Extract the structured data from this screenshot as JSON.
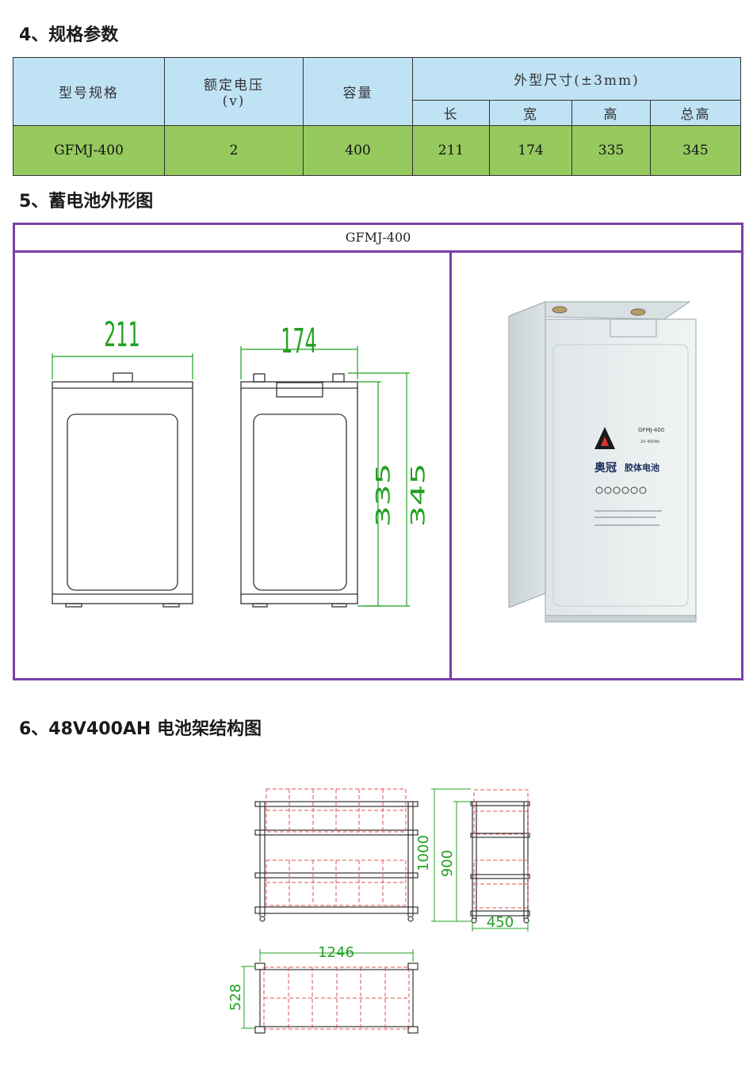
{
  "section4": {
    "title": "4、规格参数"
  },
  "spec_table": {
    "headers": {
      "model": "型号规格",
      "voltage_line1": "额定电压",
      "voltage_line2": "(v)",
      "capacity": "容量",
      "dimensions": "外型尺寸(±3mm)",
      "length": "长",
      "width": "宽",
      "height": "高",
      "total_height": "总高"
    },
    "row": {
      "model": "GFMJ-400",
      "voltage": "2",
      "capacity": "400",
      "length": "211",
      "width": "174",
      "height": "335",
      "total_height": "345"
    }
  },
  "section5": {
    "title": "5、蓄电池外形图",
    "frame_title": "GFMJ-400",
    "drawing": {
      "width_label": "211",
      "depth_label": "174",
      "height_label": "335",
      "total_height_label": "345"
    },
    "photo": {
      "brand_cn": "奥冠",
      "product_cn": "胶体电池",
      "model_text": "GFMJ-400",
      "sub_text": "2V 400Ah"
    }
  },
  "section6": {
    "title": "6、48V400AH 电池架结构图",
    "rack": {
      "height_total": "1000",
      "height_inner": "900",
      "depth": "450",
      "length": "1246",
      "width": "528"
    }
  },
  "colors": {
    "table_header": "#bfe2f5",
    "table_data": "#96c95e",
    "frame": "#7b3fa6",
    "dimension_green": "#22a022",
    "rack_red": "#e05050"
  }
}
